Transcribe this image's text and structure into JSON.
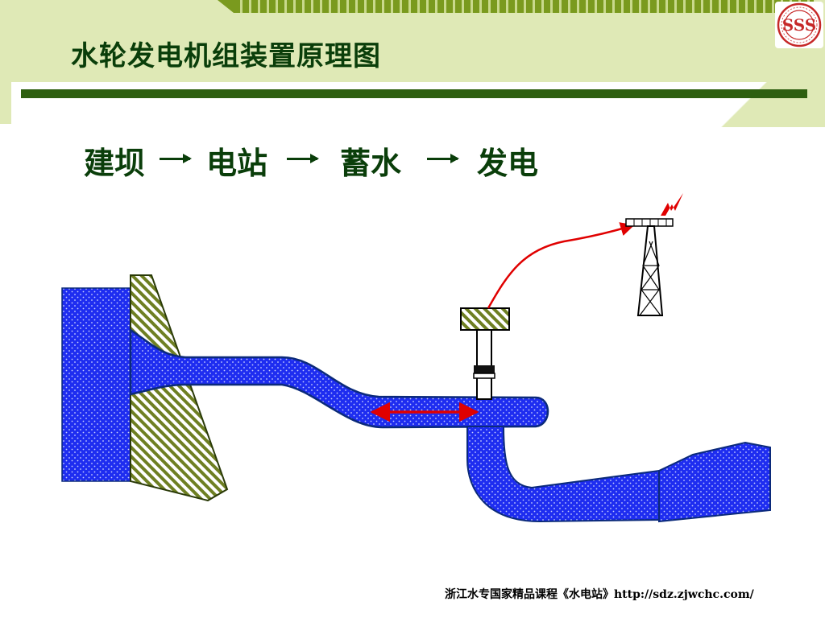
{
  "slide": {
    "title": "水轮发电机组装置原理图",
    "flow": [
      "建坝",
      "电站",
      "蓄水",
      "发电"
    ],
    "footer": "浙江水专国家精品课程《水电站》http://sdz.zjwchc.com/"
  },
  "logo": {
    "icon": "university-seal-icon",
    "color": "#c62828"
  },
  "diagram": {
    "water_color": "#1e2df0",
    "dam_color": "#8a9a3a",
    "power_line_color": "#e00000",
    "icons": [
      "dam-icon",
      "penstock-icon",
      "turbine-icon",
      "generator-icon",
      "tailrace-icon",
      "transmission-tower-icon",
      "lightning-icon"
    ]
  }
}
